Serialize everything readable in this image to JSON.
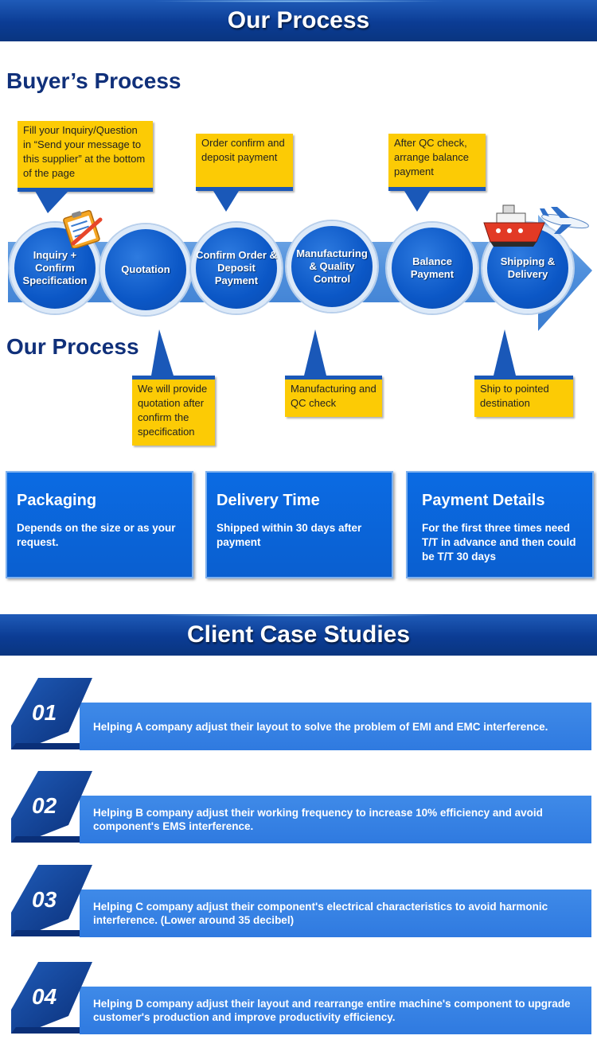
{
  "banner_process": "Our Process",
  "buyers_heading": "Buyer’s Process",
  "our_process_heading": "Our Process",
  "notes_top": [
    "Fill your Inquiry/Question in  “Send your message to this supplier”  at the bottom of the page",
    "Order confirm and deposit payment",
    "After QC check, arrange balance payment"
  ],
  "notes_bottom": [
    "We will provide quotation after confirm the specification",
    "Manufacturing and QC check",
    "Ship to pointed destination"
  ],
  "steps": [
    "Inquiry + Confirm Specification",
    "Quotation",
    "Confirm Order & Deposit Payment",
    "Manufacturing & Quality Control",
    "Balance Payment",
    "Shipping & Delivery"
  ],
  "info_boxes": [
    {
      "title": "Packaging",
      "text": "Depends on the size or as your request."
    },
    {
      "title": "Delivery Time",
      "text": "Shipped within 30 days after payment"
    },
    {
      "title": "Payment Details",
      "text": "For the first three times need T/T in advance and then could be T/T 30 days"
    }
  ],
  "banner_cases": "Client Case Studies",
  "cases": [
    {
      "num": "01",
      "text": "Helping A company adjust their layout to solve the problem of EMI and EMC interference."
    },
    {
      "num": "02",
      "text": "Helping B company adjust their working frequency to increase 10% efficiency and avoid component's EMS interference."
    },
    {
      "num": "03",
      "text": "Helping C company adjust their component's electrical characteristics to avoid harmonic interference. (Lower around 35 decibel)"
    },
    {
      "num": "04",
      "text": "Helping D company adjust their layout and rearrange entire machine's component to upgrade customer's production and improve productivity efficiency."
    }
  ],
  "icons": [
    "clipboard-pencil-icon",
    "ship-icon",
    "airplane-icon"
  ],
  "colors": {
    "navy": "#0b3c94",
    "blue": "#0a5fd0",
    "yellow": "#fccb05",
    "heading": "#10307a"
  }
}
